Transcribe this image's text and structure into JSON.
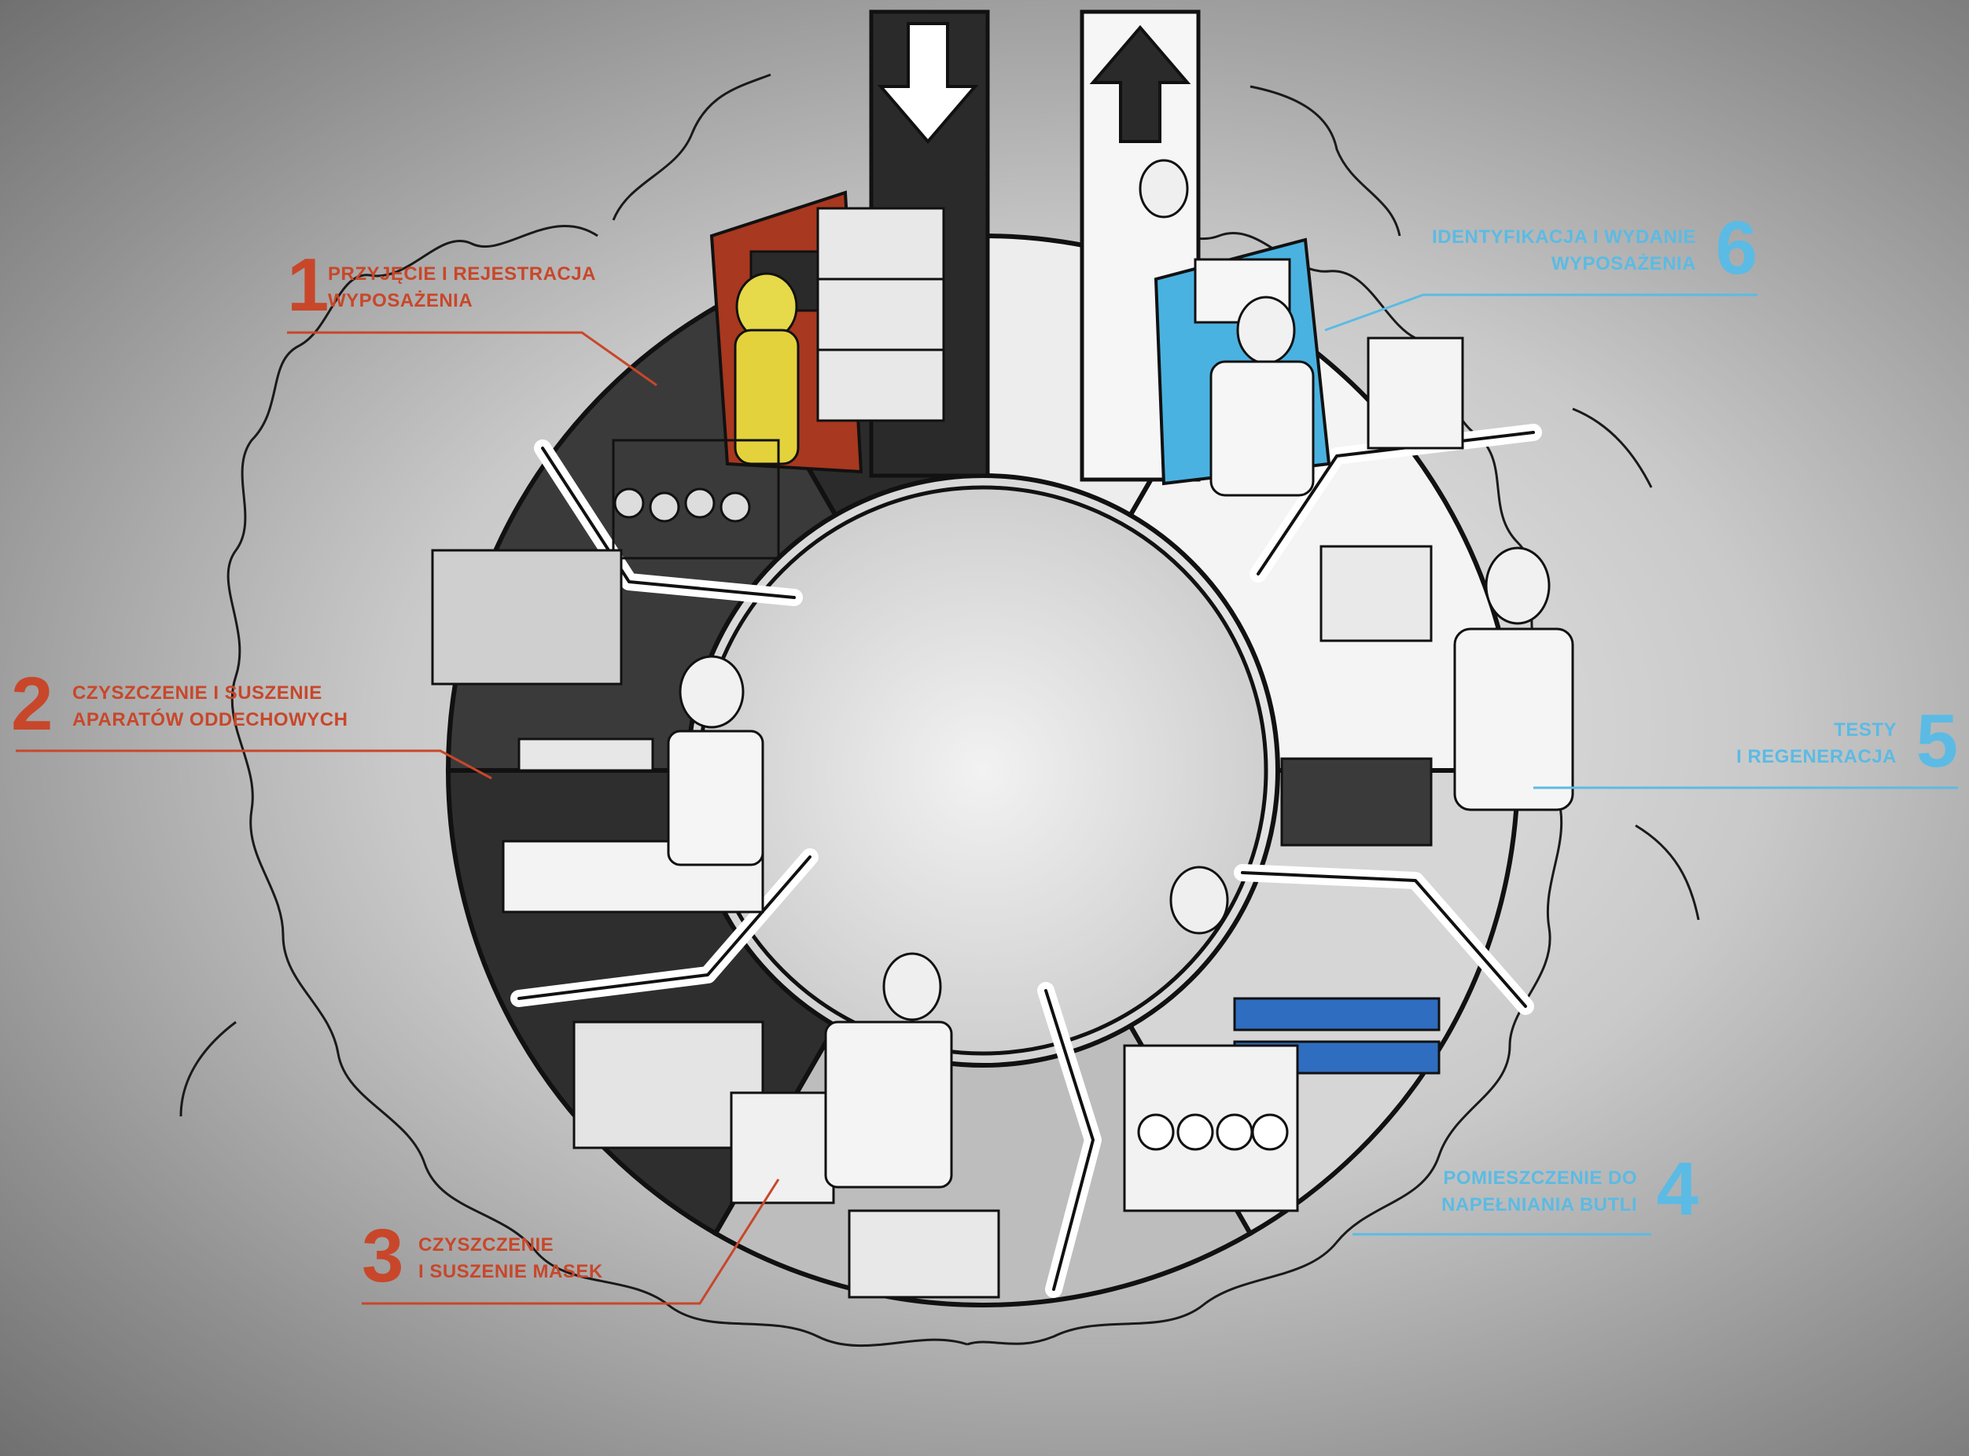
{
  "colors": {
    "incoming": "#c8472a",
    "outgoing": "#5bbbe4",
    "ring_dark": "#2a2a2a",
    "ring_light": "#f7f7f7"
  },
  "arrows": {
    "in_icon": "arrow-down-icon",
    "out_icon": "arrow-up-icon"
  },
  "stages": [
    {
      "num": "1",
      "line1": "PRZYJĘCIE I REJESTRACJA",
      "line2": "WYPOSAŻENIA"
    },
    {
      "num": "2",
      "line1": "CZYSZCZENIE I SUSZENIE",
      "line2": "APARATÓW ODDECHOWYCH"
    },
    {
      "num": "3",
      "line1": "CZYSZCZENIE",
      "line2": "I SUSZENIE MASEK"
    },
    {
      "num": "4",
      "line1": "POMIESZCZENIE DO",
      "line2": "NAPEŁNIANIA BUTLI"
    },
    {
      "num": "5",
      "line1": "TESTY",
      "line2": "I REGENERACJA"
    },
    {
      "num": "6",
      "line1": "IDENTYFIKACJA I WYDANIE",
      "line2": "WYPOSAŻENIA"
    }
  ]
}
